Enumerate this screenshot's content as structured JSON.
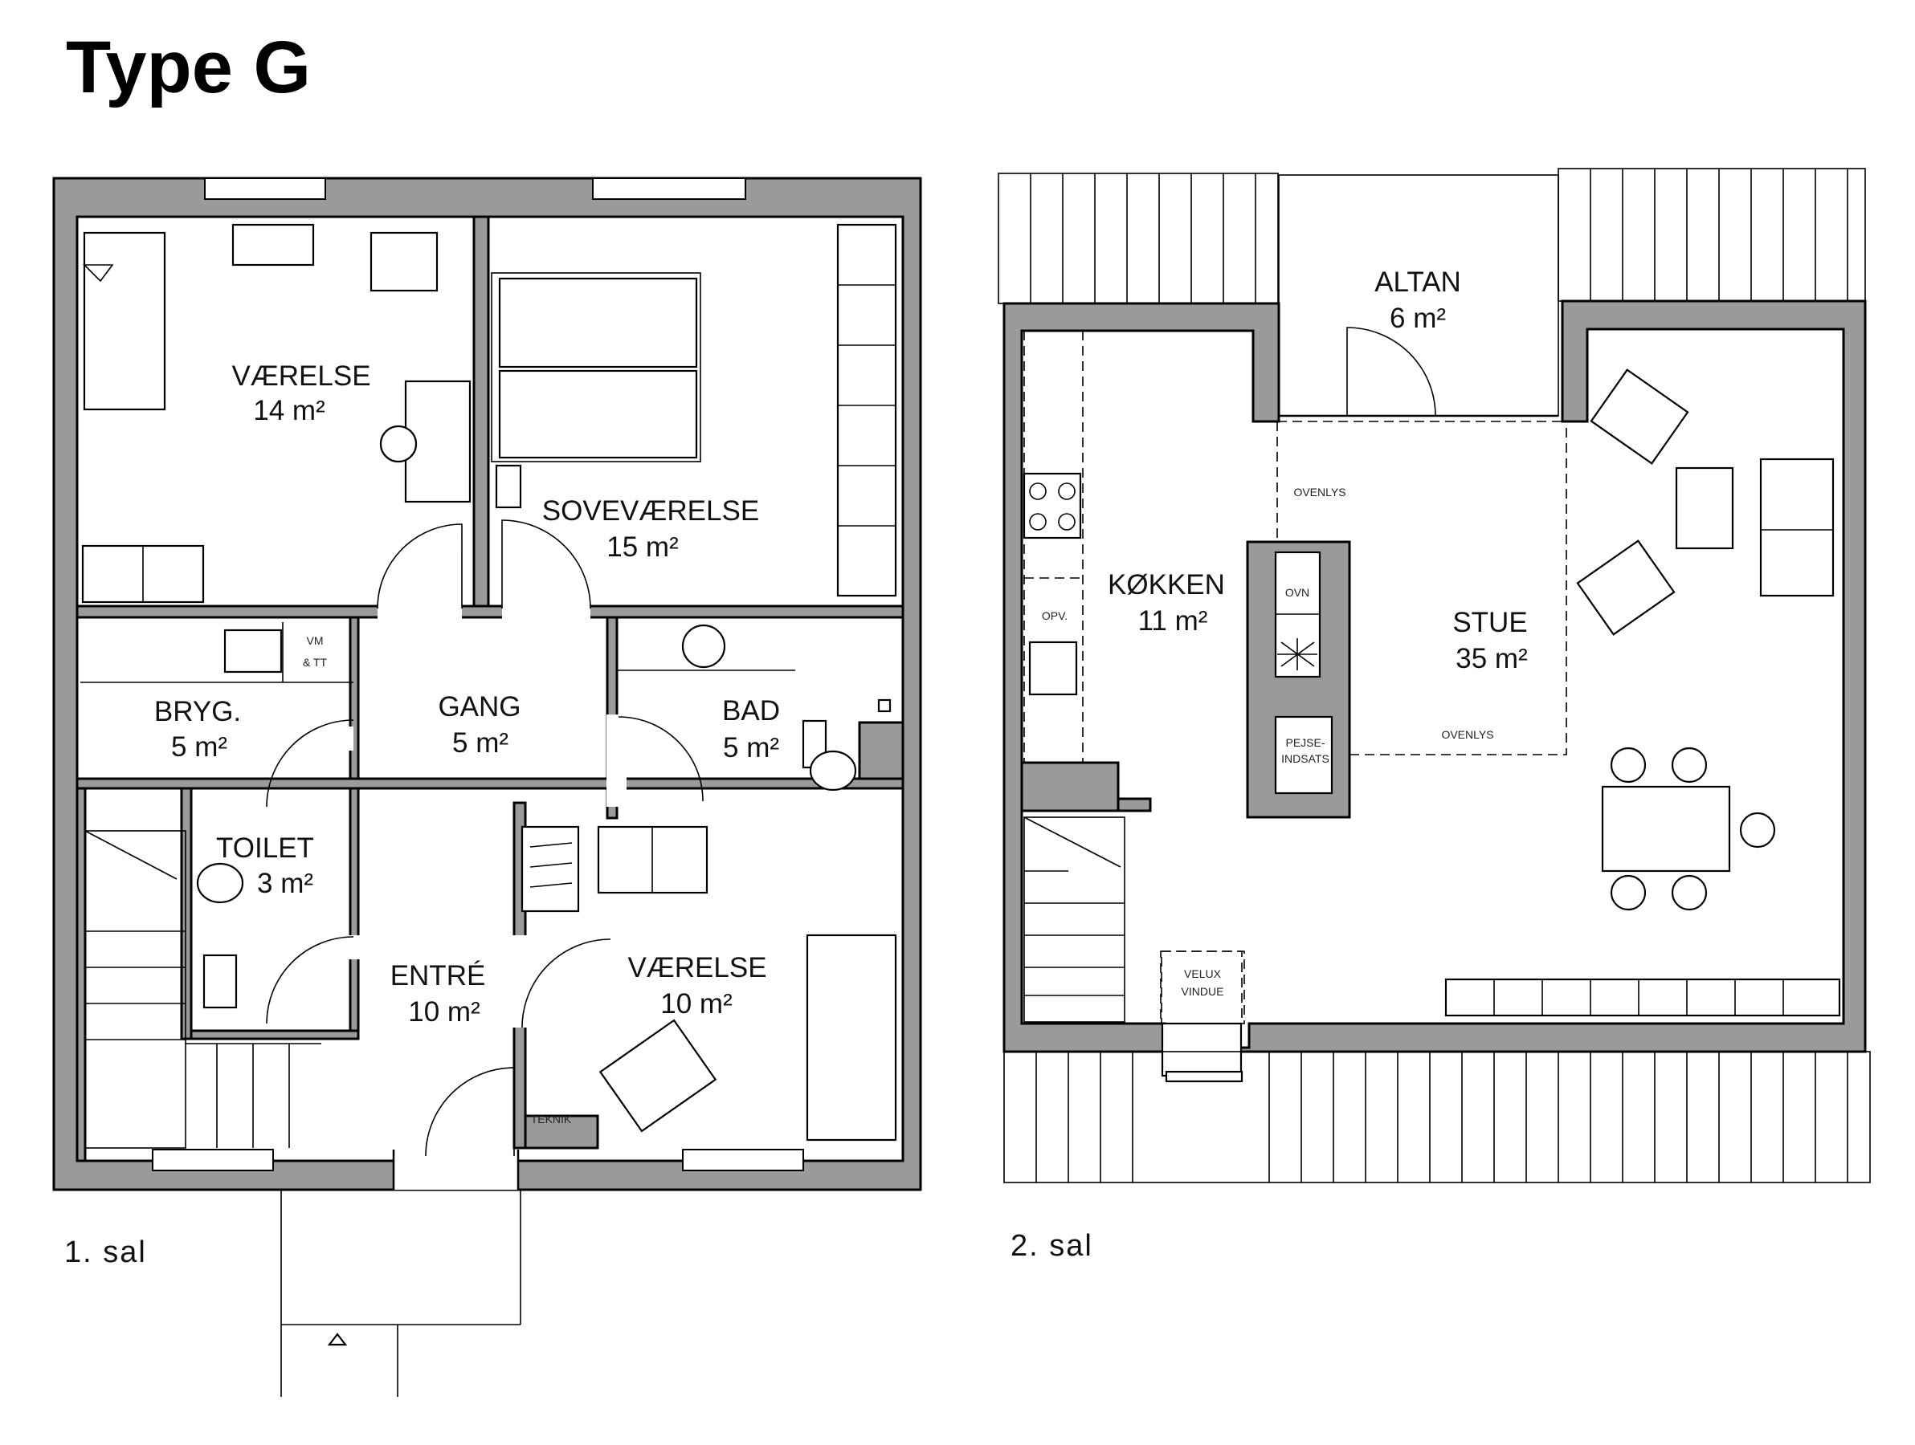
{
  "title": "Type G",
  "floors": {
    "first": {
      "label": "1. sal",
      "rooms": [
        {
          "id": "vaerelse-nw",
          "name": "VÆRELSE",
          "area": "14 m²"
        },
        {
          "id": "sovevaerelse",
          "name": "SOVEVÆRELSE",
          "area": "15 m²"
        },
        {
          "id": "bryg",
          "name": "BRYG.",
          "area": "5 m²"
        },
        {
          "id": "gang",
          "name": "GANG",
          "area": "5 m²"
        },
        {
          "id": "bad",
          "name": "BAD",
          "area": "5 m²"
        },
        {
          "id": "toilet",
          "name": "TOILET",
          "area": "3 m²"
        },
        {
          "id": "entre",
          "name": "ENTRÉ",
          "area": "10 m²"
        },
        {
          "id": "vaerelse-se",
          "name": "VÆRELSE",
          "area": "10 m²"
        }
      ],
      "small_labels": {
        "vm_line1": "VM",
        "vm_line2": "& TT",
        "teknik": "TEKNIK"
      }
    },
    "second": {
      "label": "2. sal",
      "rooms": [
        {
          "id": "altan",
          "name": "ALTAN",
          "area": "6 m²"
        },
        {
          "id": "koekken",
          "name": "KØKKEN",
          "area": "11 m²"
        },
        {
          "id": "stue",
          "name": "STUE",
          "area": "35 m²"
        }
      ],
      "small_labels": {
        "ovenlys_top": "OVENLYS",
        "ovenlys_bottom": "OVENLYS",
        "ovn": "OVN",
        "pejs_line1": "PEJSE-",
        "pejs_line2": "INDSATS",
        "opv": "OPV.",
        "velux_line1": "VELUX",
        "velux_line2": "VINDUE"
      }
    }
  }
}
